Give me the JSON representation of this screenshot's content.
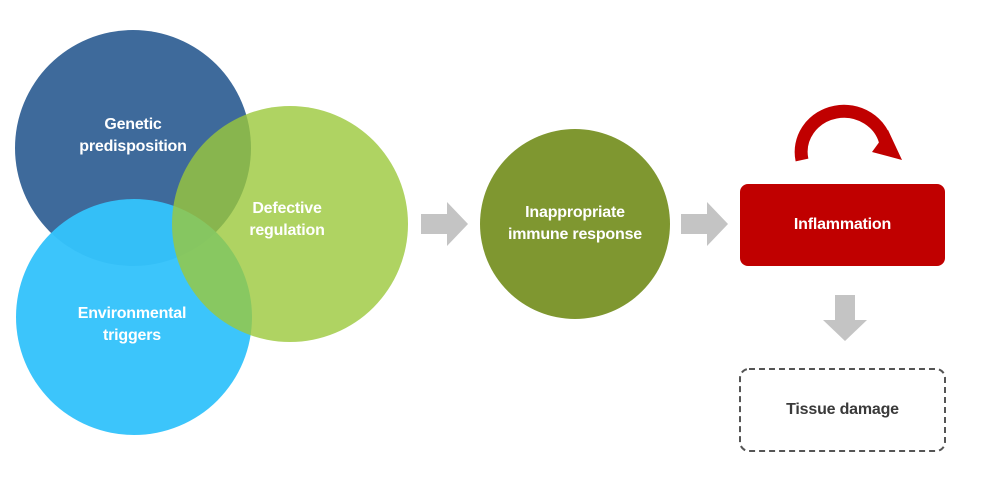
{
  "diagram": {
    "nodes": {
      "genetic": {
        "line1": "Genetic",
        "line2": "predisposition",
        "color": "#2f5f93"
      },
      "environmental": {
        "line1": "Environmental",
        "line2": "triggers",
        "color": "#34c3fb"
      },
      "defective": {
        "line1": "Defective",
        "line2": "regulation",
        "color": "#a6cf4f"
      },
      "immune": {
        "line1": "Inappropriate",
        "line2": "immune response",
        "color": "#7f9730"
      },
      "inflammation": {
        "label": "Inflammation",
        "color": "#c00000"
      },
      "tissue": {
        "label": "Tissue damage",
        "border_color": "#555555"
      }
    },
    "arrow_color": "#c4c4c4",
    "cycle_icon": "circular-arrow-icon"
  }
}
